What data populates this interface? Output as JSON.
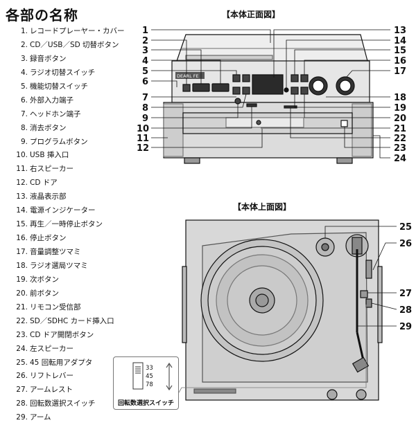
{
  "page_title": "各部の名称",
  "front_view_title": "【本体正面図】",
  "top_view_title": "【本体上面図】",
  "brand": "DEARL FE",
  "parts": [
    {
      "num": "1.",
      "label": "レコードプレーヤー・カバー"
    },
    {
      "num": "2.",
      "label": "CD／USB／SD 切替ボタン"
    },
    {
      "num": "3.",
      "label": "録音ボタン"
    },
    {
      "num": "4.",
      "label": "ラジオ切替スイッチ"
    },
    {
      "num": "5.",
      "label": "機能切替スイッチ"
    },
    {
      "num": "6.",
      "label": "外部入力端子"
    },
    {
      "num": "7.",
      "label": "ヘッドホン端子"
    },
    {
      "num": "8.",
      "label": "消去ボタン"
    },
    {
      "num": "9.",
      "label": "プログラムボタン"
    },
    {
      "num": "10.",
      "label": "USB 挿入口"
    },
    {
      "num": "11.",
      "label": "右スピーカー"
    },
    {
      "num": "12.",
      "label": "CD ドア"
    },
    {
      "num": "13.",
      "label": "液晶表示部"
    },
    {
      "num": "14.",
      "label": "電源インジケーター"
    },
    {
      "num": "15.",
      "label": "再生／一時停止ボタン"
    },
    {
      "num": "16.",
      "label": "停止ボタン"
    },
    {
      "num": "17.",
      "label": "音量調整ツマミ"
    },
    {
      "num": "18.",
      "label": "ラジオ選局ツマミ"
    },
    {
      "num": "19.",
      "label": "次ボタン"
    },
    {
      "num": "20.",
      "label": "前ボタン"
    },
    {
      "num": "21.",
      "label": "リモコン受信部"
    },
    {
      "num": "22.",
      "label": "SD／SDHC カード挿入口"
    },
    {
      "num": "23.",
      "label": "CD ドア開閉ボタン"
    },
    {
      "num": "24.",
      "label": "左スピーカー"
    },
    {
      "num": "25.",
      "label": "45 回転用アダプタ"
    },
    {
      "num": "26.",
      "label": "リフトレバー"
    },
    {
      "num": "27.",
      "label": "アームレスト"
    },
    {
      "num": "28.",
      "label": "回転数選択スイッチ"
    },
    {
      "num": "29.",
      "label": "アーム"
    }
  ],
  "front_callouts": {
    "left": [
      "1",
      "2",
      "3",
      "4",
      "5",
      "6",
      "7",
      "8",
      "9",
      "10",
      "11",
      "12"
    ],
    "right": [
      "13",
      "14",
      "15",
      "16",
      "17",
      "18",
      "19",
      "20",
      "21",
      "22",
      "23",
      "24"
    ]
  },
  "top_callouts": [
    "25",
    "26",
    "27",
    "28",
    "29"
  ],
  "speed_switch": {
    "caption": "回転数選択スイッチ",
    "speeds": [
      "33",
      "45",
      "78"
    ]
  }
}
